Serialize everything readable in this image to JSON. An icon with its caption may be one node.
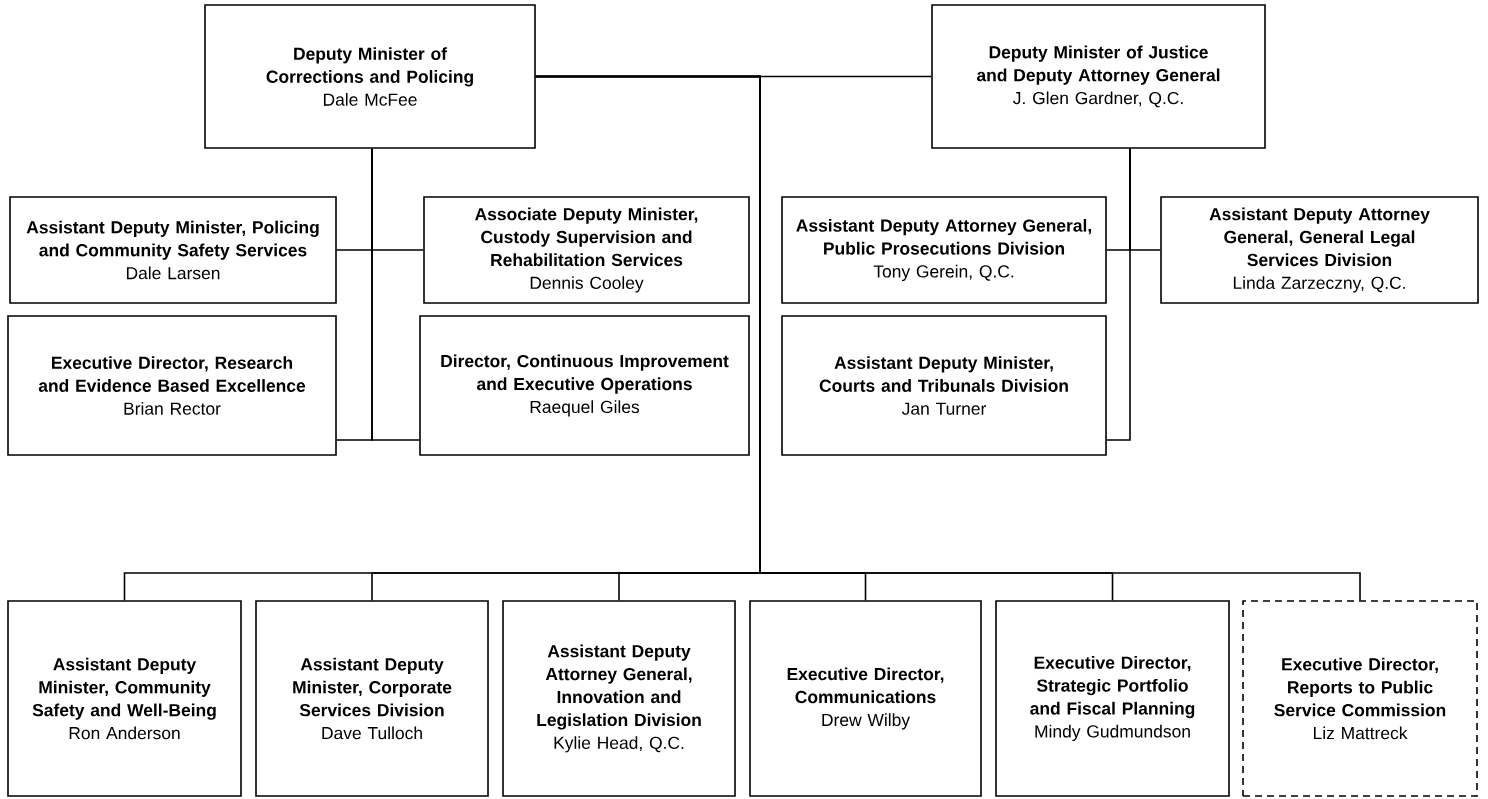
{
  "diagram": {
    "nodes": [
      {
        "text": [
          "Deputy Minister of Corrections and Policing",
          "Dale McFee"
        ]
      },
      {
        "text": [
          "Deputy Minister of Justice and Deputy Attorney General",
          "J. Glen Gardner, Q.C."
        ]
      },
      {
        "text": [
          "Assistant Deputy Minister, Policing and Community Safety Services",
          "Dale Larsen"
        ]
      },
      {
        "text": [
          "Associate Deputy Minister, Custody Supervision and Rehabilitation Services",
          "Dennis Cooley"
        ]
      },
      {
        "text": [
          "Assistant Deputy Attorney General, Public Prosecutions Division",
          "Tony Gerein, Q.C."
        ]
      },
      {
        "text": [
          "Assistant Deputy Attorney General, General Legal Services Division",
          "Linda Zarzeczny, Q.C."
        ]
      },
      {
        "text": [
          "Executive Director, Research and Evidence Based Excellence",
          "Brian Rector"
        ]
      },
      {
        "text": [
          "Director, Continuous Improvement and Executive Operations",
          "Raequel Giles"
        ]
      },
      {
        "text": [
          "Assistant Deputy Minister, Courts and Tribunals Division",
          "Jan Turner"
        ]
      },
      {
        "text": [
          "Assistant Deputy Minister, Community Safety and Well-Being",
          "Ron Anderson"
        ]
      },
      {
        "text": [
          "Assistant Deputy Minister, Corporate Services Division",
          "Dave Tulloch"
        ]
      },
      {
        "text": [
          "Assistant Deputy Attorney General, Innovation and Legislation Division",
          "Kylie Head, Q.C."
        ]
      },
      {
        "text": [
          "Executive Director, Communications",
          "Drew Wilby"
        ]
      },
      {
        "text": [
          "Executive Director, Strategic Portfolio and Fiscal Planning",
          "Mindy Gudmundson"
        ]
      },
      {
        "text": [
          "Executive Director, Reports to Public Service Commission",
          "Liz Mattreck"
        ]
      }
    ],
    "edges": [
      {
        "from": 0,
        "to": 1,
        "arrow": "none"
      },
      {
        "from": 0,
        "to": 2,
        "arrow": "none"
      },
      {
        "from": 0,
        "to": 3,
        "arrow": "none"
      },
      {
        "from": 0,
        "to": 6,
        "arrow": "none"
      },
      {
        "from": 0,
        "to": 7,
        "arrow": "none"
      },
      {
        "from": 1,
        "to": 4,
        "arrow": "none"
      },
      {
        "from": 1,
        "to": 5,
        "arrow": "none"
      },
      {
        "from": 1,
        "to": 8,
        "arrow": "none"
      },
      {
        "from": 0,
        "to": 9,
        "arrow": "none"
      },
      {
        "from": 0,
        "to": 10,
        "arrow": "none"
      },
      {
        "from": 0,
        "to": 11,
        "arrow": "none"
      },
      {
        "from": 0,
        "to": 12,
        "arrow": "none"
      },
      {
        "from": 0,
        "to": 13,
        "arrow": "none"
      },
      {
        "from": 0,
        "to": 14,
        "arrow": "none"
      }
    ]
  }
}
